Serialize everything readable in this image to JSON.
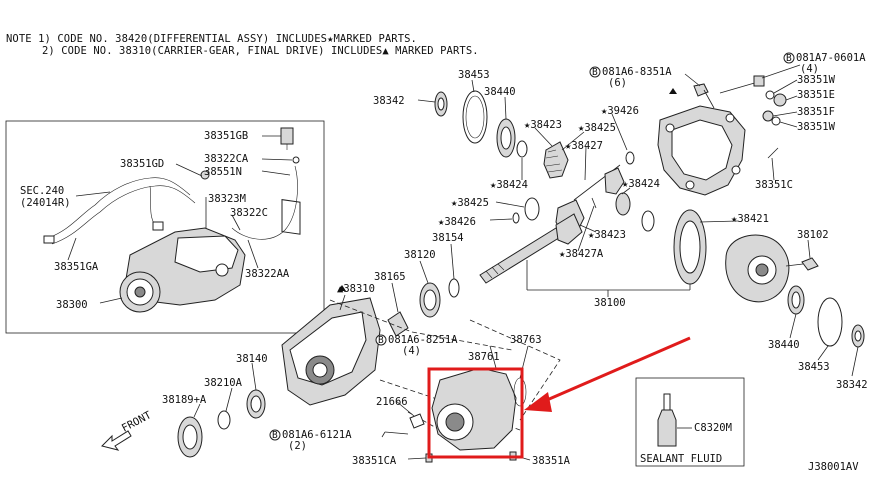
{
  "notes": {
    "line1": "NOTE 1) CODE NO. 38420(DIFFERENTIAL ASSY) INCLUDES★MARKED PARTS.",
    "line2": "2) CODE NO. 38310(CARRIER-GEAR, FINAL DRIVE) INCLUDES▲ MARKED PARTS."
  },
  "labels": {
    "p38453_top": "38453",
    "p38440_top": "38440",
    "p38342_top": "38342",
    "p38423_a": "★38423",
    "p38425_a": "★38425",
    "p38427": "★38427",
    "p38424_a": "★38424",
    "p38426_a": "★39426",
    "bolt_8351": "081A6-8351A",
    "bolt_8351_qty": "(6)",
    "bolt_0601": "081A7-0601A",
    "bolt_0601_qty": "(4)",
    "p38351W_a": "38351W",
    "p38351E": "38351E",
    "p38351F": "38351F",
    "p38351W_b": "38351W",
    "p38351C": "38351C",
    "p38425_b": "★38425",
    "p38426_b": "★38426",
    "p38424_b": "★38424",
    "p38423_b": "★38423",
    "p38427A": "★38427A",
    "p38421": "★38421",
    "p38102": "38102",
    "p38154": "38154",
    "p38120": "38120",
    "p38165": "38165",
    "p38310": "▲38310",
    "p38100": "38100",
    "p38440_bot": "38440",
    "p38453_bot": "38453",
    "p38342_bot": "38342",
    "bolt_8251": "081A6-8251A",
    "bolt_8251_qty": "(4)",
    "p38763": "38763",
    "p38761": "38761",
    "p38140": "38140",
    "p38210A": "38210A",
    "p38189A": "38189+A",
    "p21666": "21666",
    "bolt_6121": "081A6-6121A",
    "bolt_6121_qty": "(2)",
    "p38351CA": "38351CA",
    "p38351A": "38351A",
    "front": "FRONT",
    "sealant_code": "C8320M",
    "sealant_caption": "SEALANT FLUID",
    "diagram_id": "J38001AV",
    "inset_38351GB": "38351GB",
    "inset_38351GD": "38351GD",
    "inset_38322CA": "38322CA",
    "inset_38551N": "38551N",
    "inset_sec": "SEC.240",
    "inset_sec_ref": "(24014R)",
    "inset_38323M": "38323M",
    "inset_38322C": "38322C",
    "inset_38351GA": "38351GA",
    "inset_38322AA": "38322AA",
    "inset_38300": "38300",
    "bolt_symbol": "B"
  },
  "colors": {
    "highlight": "#e01b1b",
    "ink": "#222222"
  }
}
